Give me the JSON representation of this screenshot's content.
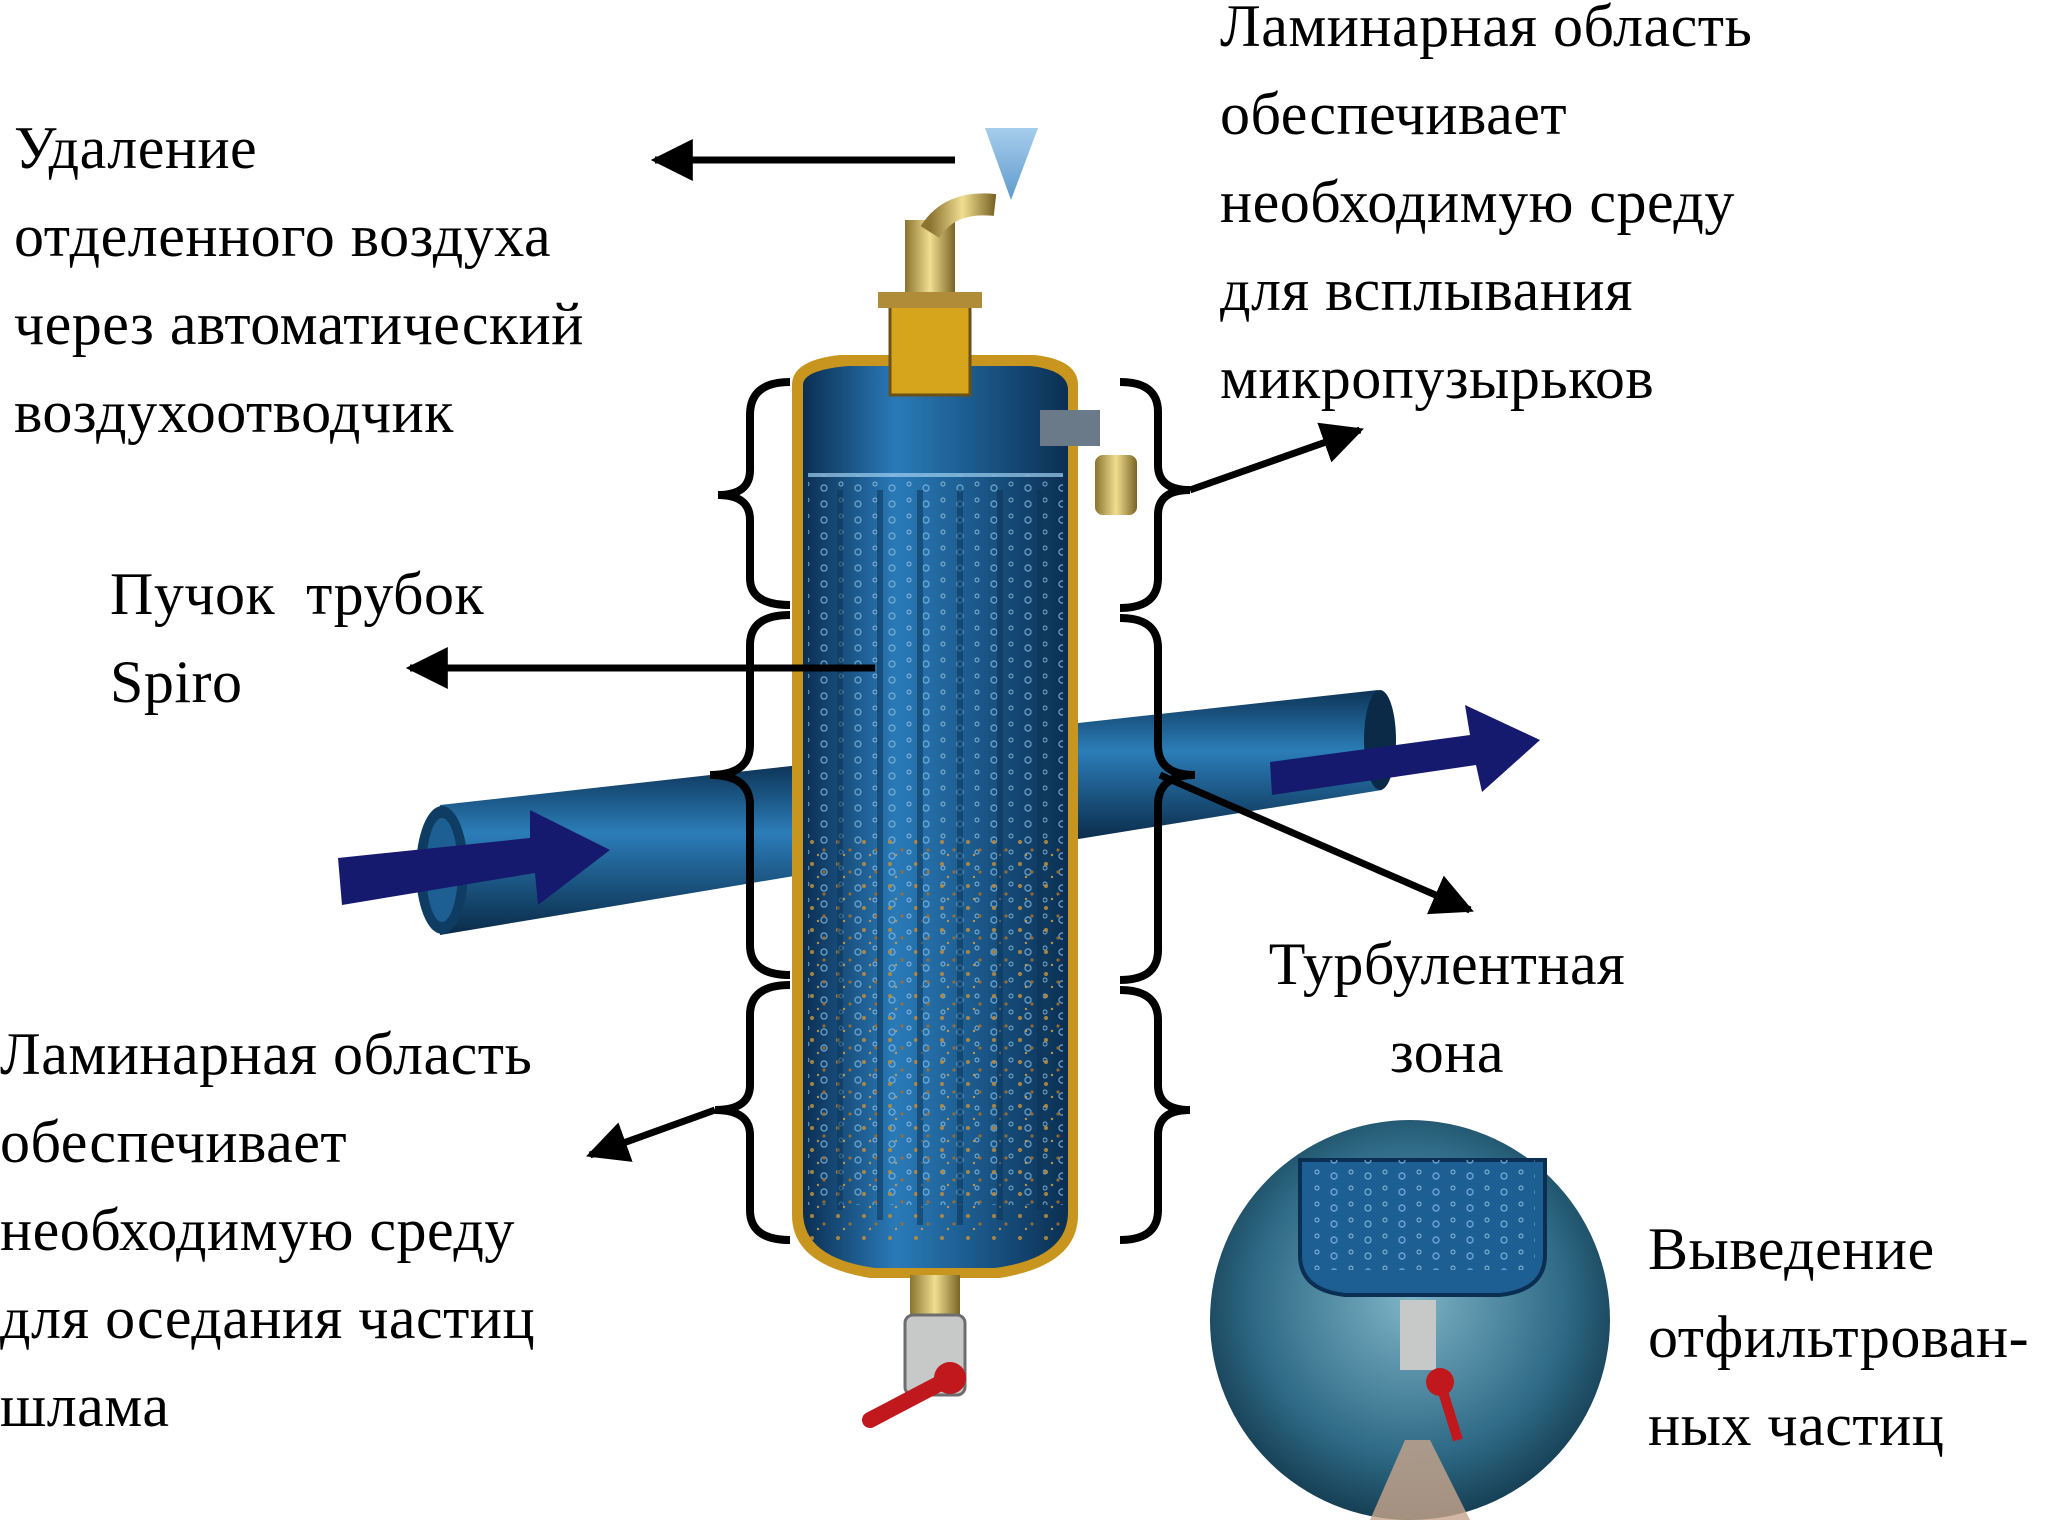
{
  "labels": {
    "air_removal": [
      "Удаление",
      "отделенного воздуха",
      "через автоматический",
      "воздухоотводчик"
    ],
    "laminar_top": [
      "Ламинарная область",
      "обеспечивает",
      "необходимую среду",
      "для всплывания",
      "микропузырьков"
    ],
    "spiro_bundle": [
      "Пучок  трубок",
      "Spiro"
    ],
    "turbulent_zone": [
      "Турбулентная",
      "зона"
    ],
    "laminar_bottom": [
      "Ламинарная область",
      "обеспечивает",
      "необходимую среду",
      "для оседания частиц",
      "шлама"
    ],
    "particle_discharge": [
      "Выведение",
      "отфильтрован-",
      "ных частиц"
    ]
  },
  "colors": {
    "vessel_blue": "#1d5f93",
    "vessel_dark": "#0b2f52",
    "flow_arrow": "#151a6e",
    "shell_gold": "#d9a92a",
    "valve_red": "#c0181c",
    "brass": "#c9b15a"
  },
  "icons": [
    "air-vent-icon",
    "drain-valve-icon",
    "flow-arrow-icon"
  ]
}
